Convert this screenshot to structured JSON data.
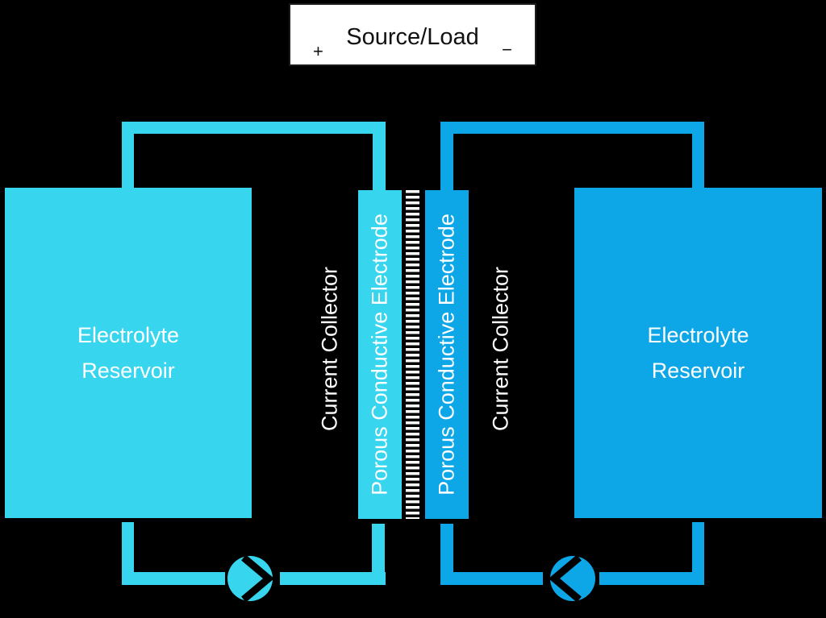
{
  "source_load": {
    "label": "Source/Load",
    "positive_terminal": "+",
    "negative_terminal": "−"
  },
  "left_half_cell": {
    "reservoir_label": [
      "Electrolyte",
      "Reservoir"
    ],
    "current_collector_label": "Current Collector",
    "electrode_label": "Porous Conductive Electrode",
    "pump_icon": "pump-flow-right-icon"
  },
  "right_half_cell": {
    "reservoir_label": [
      "Electrolyte",
      "Reservoir"
    ],
    "current_collector_label": "Current Collector",
    "electrode_label": "Porous Conductive Electrode",
    "pump_icon": "pump-flow-left-icon"
  },
  "membrane_icon": "ion-exchange-membrane-icon",
  "colors": {
    "background": "#000000",
    "left_electrolyte": "#38D5EE",
    "right_electrolyte": "#0DA7E8",
    "label_text": "#FFFFFF",
    "source_load_bg": "#FFFFFF",
    "source_load_text": "#111111",
    "membrane_stripe": "#FFFFFF",
    "pump_arrow": "#000000"
  }
}
